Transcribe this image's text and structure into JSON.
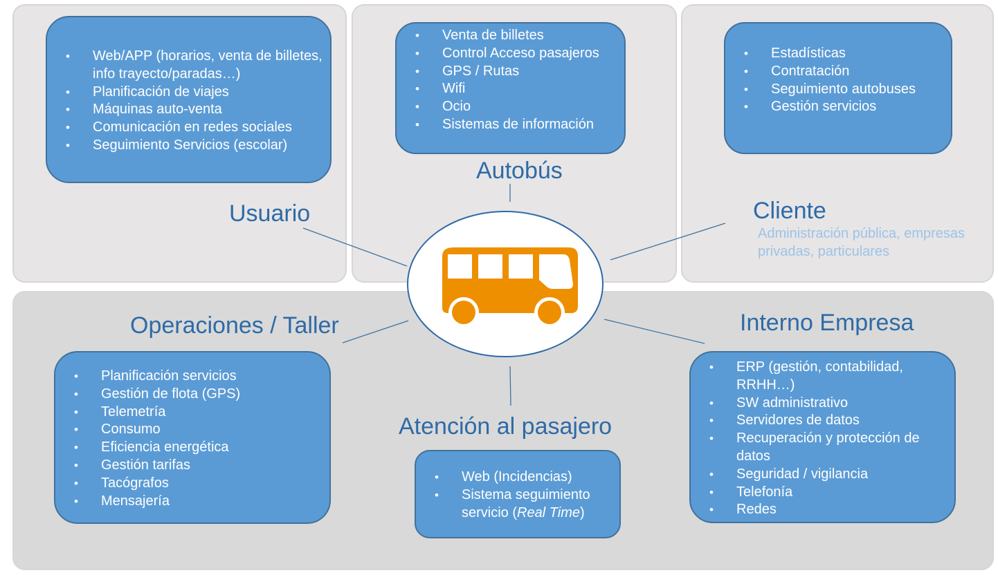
{
  "center": {
    "icon": "bus-icon",
    "icon_color": "#ee8f00"
  },
  "colors": {
    "box_fill": "#5b9bd5",
    "heading": "#2e6aa6",
    "subtext": "#9dc3e6"
  },
  "usuario": {
    "title": "Usuario",
    "items": [
      "Web/APP (horarios, venta de billetes, info trayecto/paradas…)",
      "Planificación de viajes",
      "Máquinas auto-venta",
      "Comunicación en redes sociales",
      "Seguimiento Servicios (escolar)"
    ]
  },
  "autobus": {
    "title": "Autobús",
    "items": [
      "Venta de billetes",
      "Control Acceso pasajeros",
      "GPS / Rutas",
      "Wifi",
      "Ocio",
      "Sistemas de información"
    ]
  },
  "cliente": {
    "title": "Cliente",
    "subtitle": "Administración pública, empresas privadas, particulares",
    "items": [
      "Estadísticas",
      "Contratación",
      "Seguimiento autobuses",
      "Gestión servicios"
    ]
  },
  "operaciones": {
    "title": "Operaciones / Taller",
    "items": [
      "Planificación servicios",
      "Gestión de flota (GPS)",
      "Telemetría",
      "Consumo",
      "Eficiencia energética",
      "Gestión tarifas",
      "Tacógrafos",
      "Mensajería"
    ]
  },
  "atencion": {
    "title": "Atención al pasajero",
    "items": [
      "Web (Incidencias)",
      "Sistema seguimiento servicio ("
    ],
    "item_italic": "Real Time",
    "item_end": ")"
  },
  "interno": {
    "title": "Interno Empresa",
    "items": [
      "ERP (gestión, contabilidad, RRHH…)",
      "SW administrativo",
      "Servidores de datos",
      "Recuperación y protección de datos",
      "Seguridad / vigilancia",
      "Telefonía",
      "Redes"
    ]
  }
}
